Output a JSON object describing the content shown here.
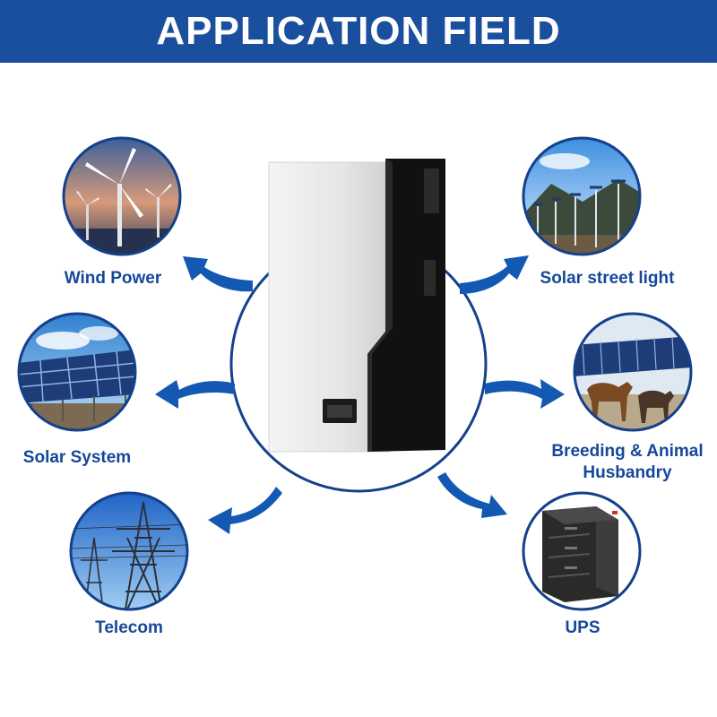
{
  "title": "APPLICATION FIELD",
  "colors": {
    "banner": "#1a4f9e",
    "accent": "#1358b2",
    "label": "#16479a",
    "circle_border": "#14418c"
  },
  "applications": [
    {
      "label": "Wind Power",
      "icon": "wind-turbine-icon"
    },
    {
      "label": "Solar System",
      "icon": "solar-panel-icon"
    },
    {
      "label": "Telecom",
      "icon": "transmission-tower-icon"
    },
    {
      "label": "Solar street light",
      "icon": "street-light-icon"
    },
    {
      "label": "Breeding & Animal\nHusbandry",
      "icon": "horses-icon"
    },
    {
      "label": "UPS",
      "icon": "battery-cabinet-icon"
    }
  ],
  "center_product": {
    "icon": "wall-battery-icon",
    "display": "LCD"
  }
}
